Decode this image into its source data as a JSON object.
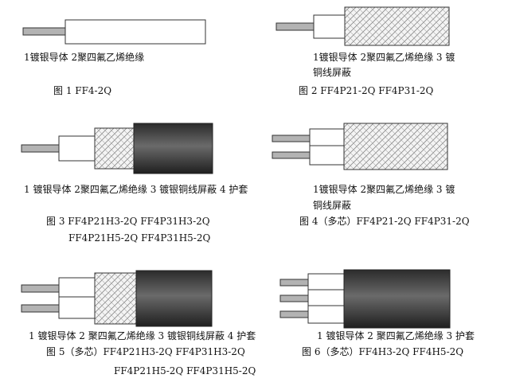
{
  "colors": {
    "conductor": "#b3b3b3",
    "insulation": "#ffffff",
    "shield_hatch": "#8a8a8a",
    "jacket_dark": "#2b2b2b",
    "jacket_light": "#6a6a6a",
    "outline": "#333333"
  },
  "figures": [
    {
      "legend": "1镀银导体  2聚四氟乙烯绝缘",
      "caption": "图 1    FF4-2Q"
    },
    {
      "legend_line1": "1镀银导体  2聚四氟乙烯绝缘  3  镀",
      "legend_line2": "铜线屏蔽",
      "caption": "图 2    FF4P21-2Q    FF4P31-2Q"
    },
    {
      "legend": "1 镀银导体 2聚四氟乙烯绝缘 3  镀银铜线屏蔽 4 护套",
      "caption_line1": "图 3    FF4P21H3-2Q    FF4P31H3-2Q",
      "caption_line2": "FF4P21H5-2Q    FF4P31H5-2Q"
    },
    {
      "legend_line1": "1镀银导体  2聚四氟乙烯绝缘  3  镀",
      "legend_line2": "铜线屏蔽",
      "caption": "图 4（多芯）FF4P21-2Q  FF4P31-2Q"
    },
    {
      "legend": "1 镀银导体 2 聚四氟乙烯绝缘 3 镀银铜线屏蔽 4 护套",
      "caption_line1": "图 5（多芯）FF4P21H3-2Q    FF4P31H3-2Q",
      "caption_line2": "FF4P21H5-2Q    FF4P31H5-2Q"
    },
    {
      "legend": "1 镀银导体 2 聚四氟乙烯绝缘 3 护套",
      "caption": "图 6（多芯）FF4H3-2Q    FF4H5-2Q"
    }
  ]
}
